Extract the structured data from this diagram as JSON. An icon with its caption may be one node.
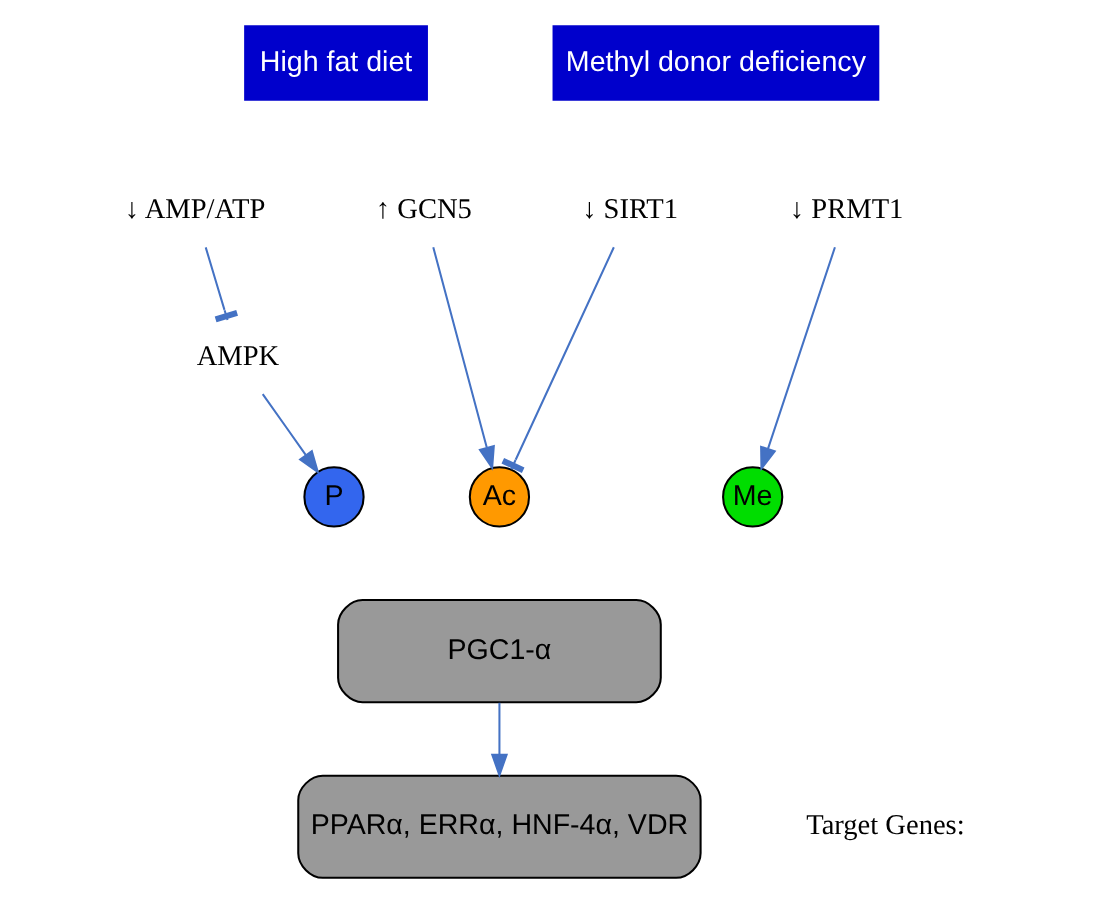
{
  "diagram": {
    "nodes": [
      {
        "text": [
          "High fat diet"
        ]
      },
      {
        "text": [
          "Methyl donor deficiency"
        ]
      },
      {
        "text": [
          "↓ AMP/ATP"
        ]
      },
      {
        "text": [
          "↑ GCN5"
        ]
      },
      {
        "text": [
          "↓ SIRT1"
        ]
      },
      {
        "text": [
          "↓ PRMT1"
        ]
      },
      {
        "text": [
          "AMPK"
        ]
      },
      {
        "text": [
          "P"
        ]
      },
      {
        "text": [
          "Ac"
        ]
      },
      {
        "text": [
          "Me"
        ]
      },
      {
        "text": [
          "PGC1-α"
        ]
      },
      {
        "text": [
          "PPARα, ERRα, HNF-4α, VDR"
        ]
      }
    ],
    "edges": [
      {
        "from": 2,
        "to": 6,
        "arrow": "other"
      },
      {
        "from": 6,
        "to": 7,
        "arrow": "to"
      },
      {
        "from": 3,
        "to": 8,
        "arrow": "to"
      },
      {
        "from": 4,
        "to": 8,
        "arrow": "other"
      },
      {
        "from": 5,
        "to": 9,
        "arrow": "to"
      },
      {
        "from": 10,
        "to": 11,
        "arrow": "to"
      }
    ],
    "labels": [
      "Target Genes:"
    ]
  }
}
